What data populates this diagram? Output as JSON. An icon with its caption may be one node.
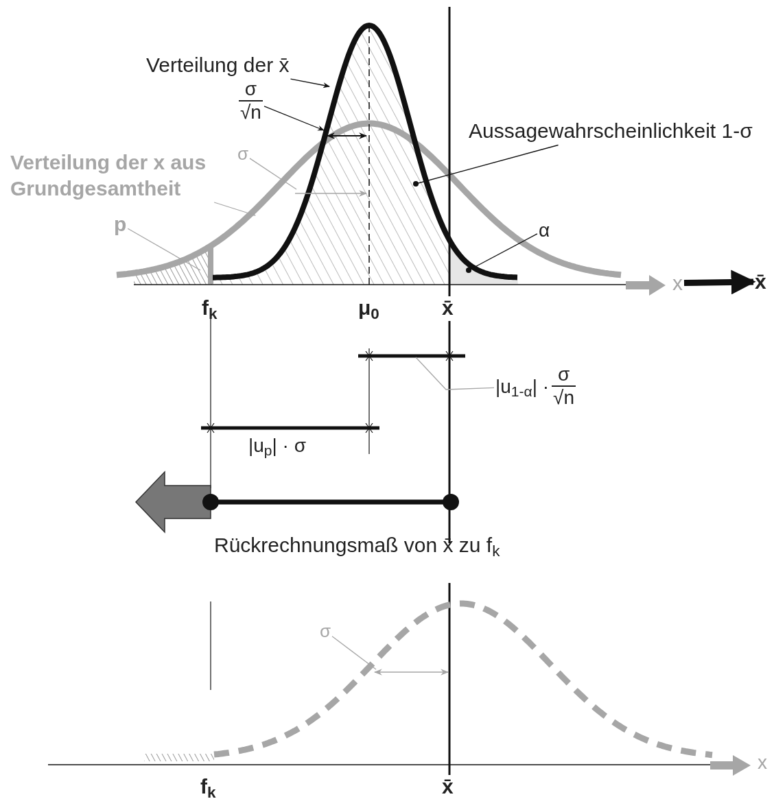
{
  "diagram": {
    "nodes": [
      {
        "text": [
          "Verteilung der x̄"
        ]
      },
      {
        "text": [
          "σ",
          "√n"
        ]
      },
      {
        "text": [
          "Aussagewahrscheinlichkeit 1-σ"
        ]
      },
      {
        "text": [
          "Verteilung der x aus Grundgesamtheit"
        ]
      },
      {
        "text": [
          "σ"
        ]
      },
      {
        "text": [
          "p"
        ]
      },
      {
        "text": [
          "α"
        ]
      },
      {
        "text": [
          "|u$_{1-α}$| ·",
          "σ",
          "√n"
        ]
      },
      {
        "text": [
          "σ"
        ]
      },
      {
        "text": [
          "x"
        ]
      },
      {
        "text": [
          "x̄"
        ]
      }
    ],
    "edges": [
      {
        "from": 0,
        "to": null,
        "arrow": "to"
      },
      {
        "from": 1,
        "to": null,
        "arrow": "to"
      },
      {
        "from": 2,
        "to": null,
        "arrow": "other"
      },
      {
        "from": 3,
        "to": null,
        "arrow": "to",
        "color": "#a6a6a6"
      },
      {
        "from": 4,
        "to": null,
        "arrow": "none",
        "color": "#a6a6a6"
      },
      {
        "from": 5,
        "to": null,
        "arrow": "none",
        "color": "#a6a6a6"
      },
      {
        "from": 6,
        "to": null,
        "arrow": "other"
      },
      {
        "from": 7,
        "to": null,
        "arrow": "none",
        "color": "#a6a6a6"
      },
      {
        "from": 8,
        "to": null,
        "arrow": "none",
        "color": "#a6a6a6"
      },
      {
        "from": 9,
        "to": 10,
        "arrow": "to",
        "style": "thick"
      }
    ],
    "labels": [
      "f$_{k}$",
      "μ$_{0}$",
      "x̄",
      "|u$_{p}$| · σ",
      "Rückrechnungsmaß von x̄ zu f$_{k}$",
      "f$_{k}$",
      "x̄",
      "x"
    ]
  }
}
